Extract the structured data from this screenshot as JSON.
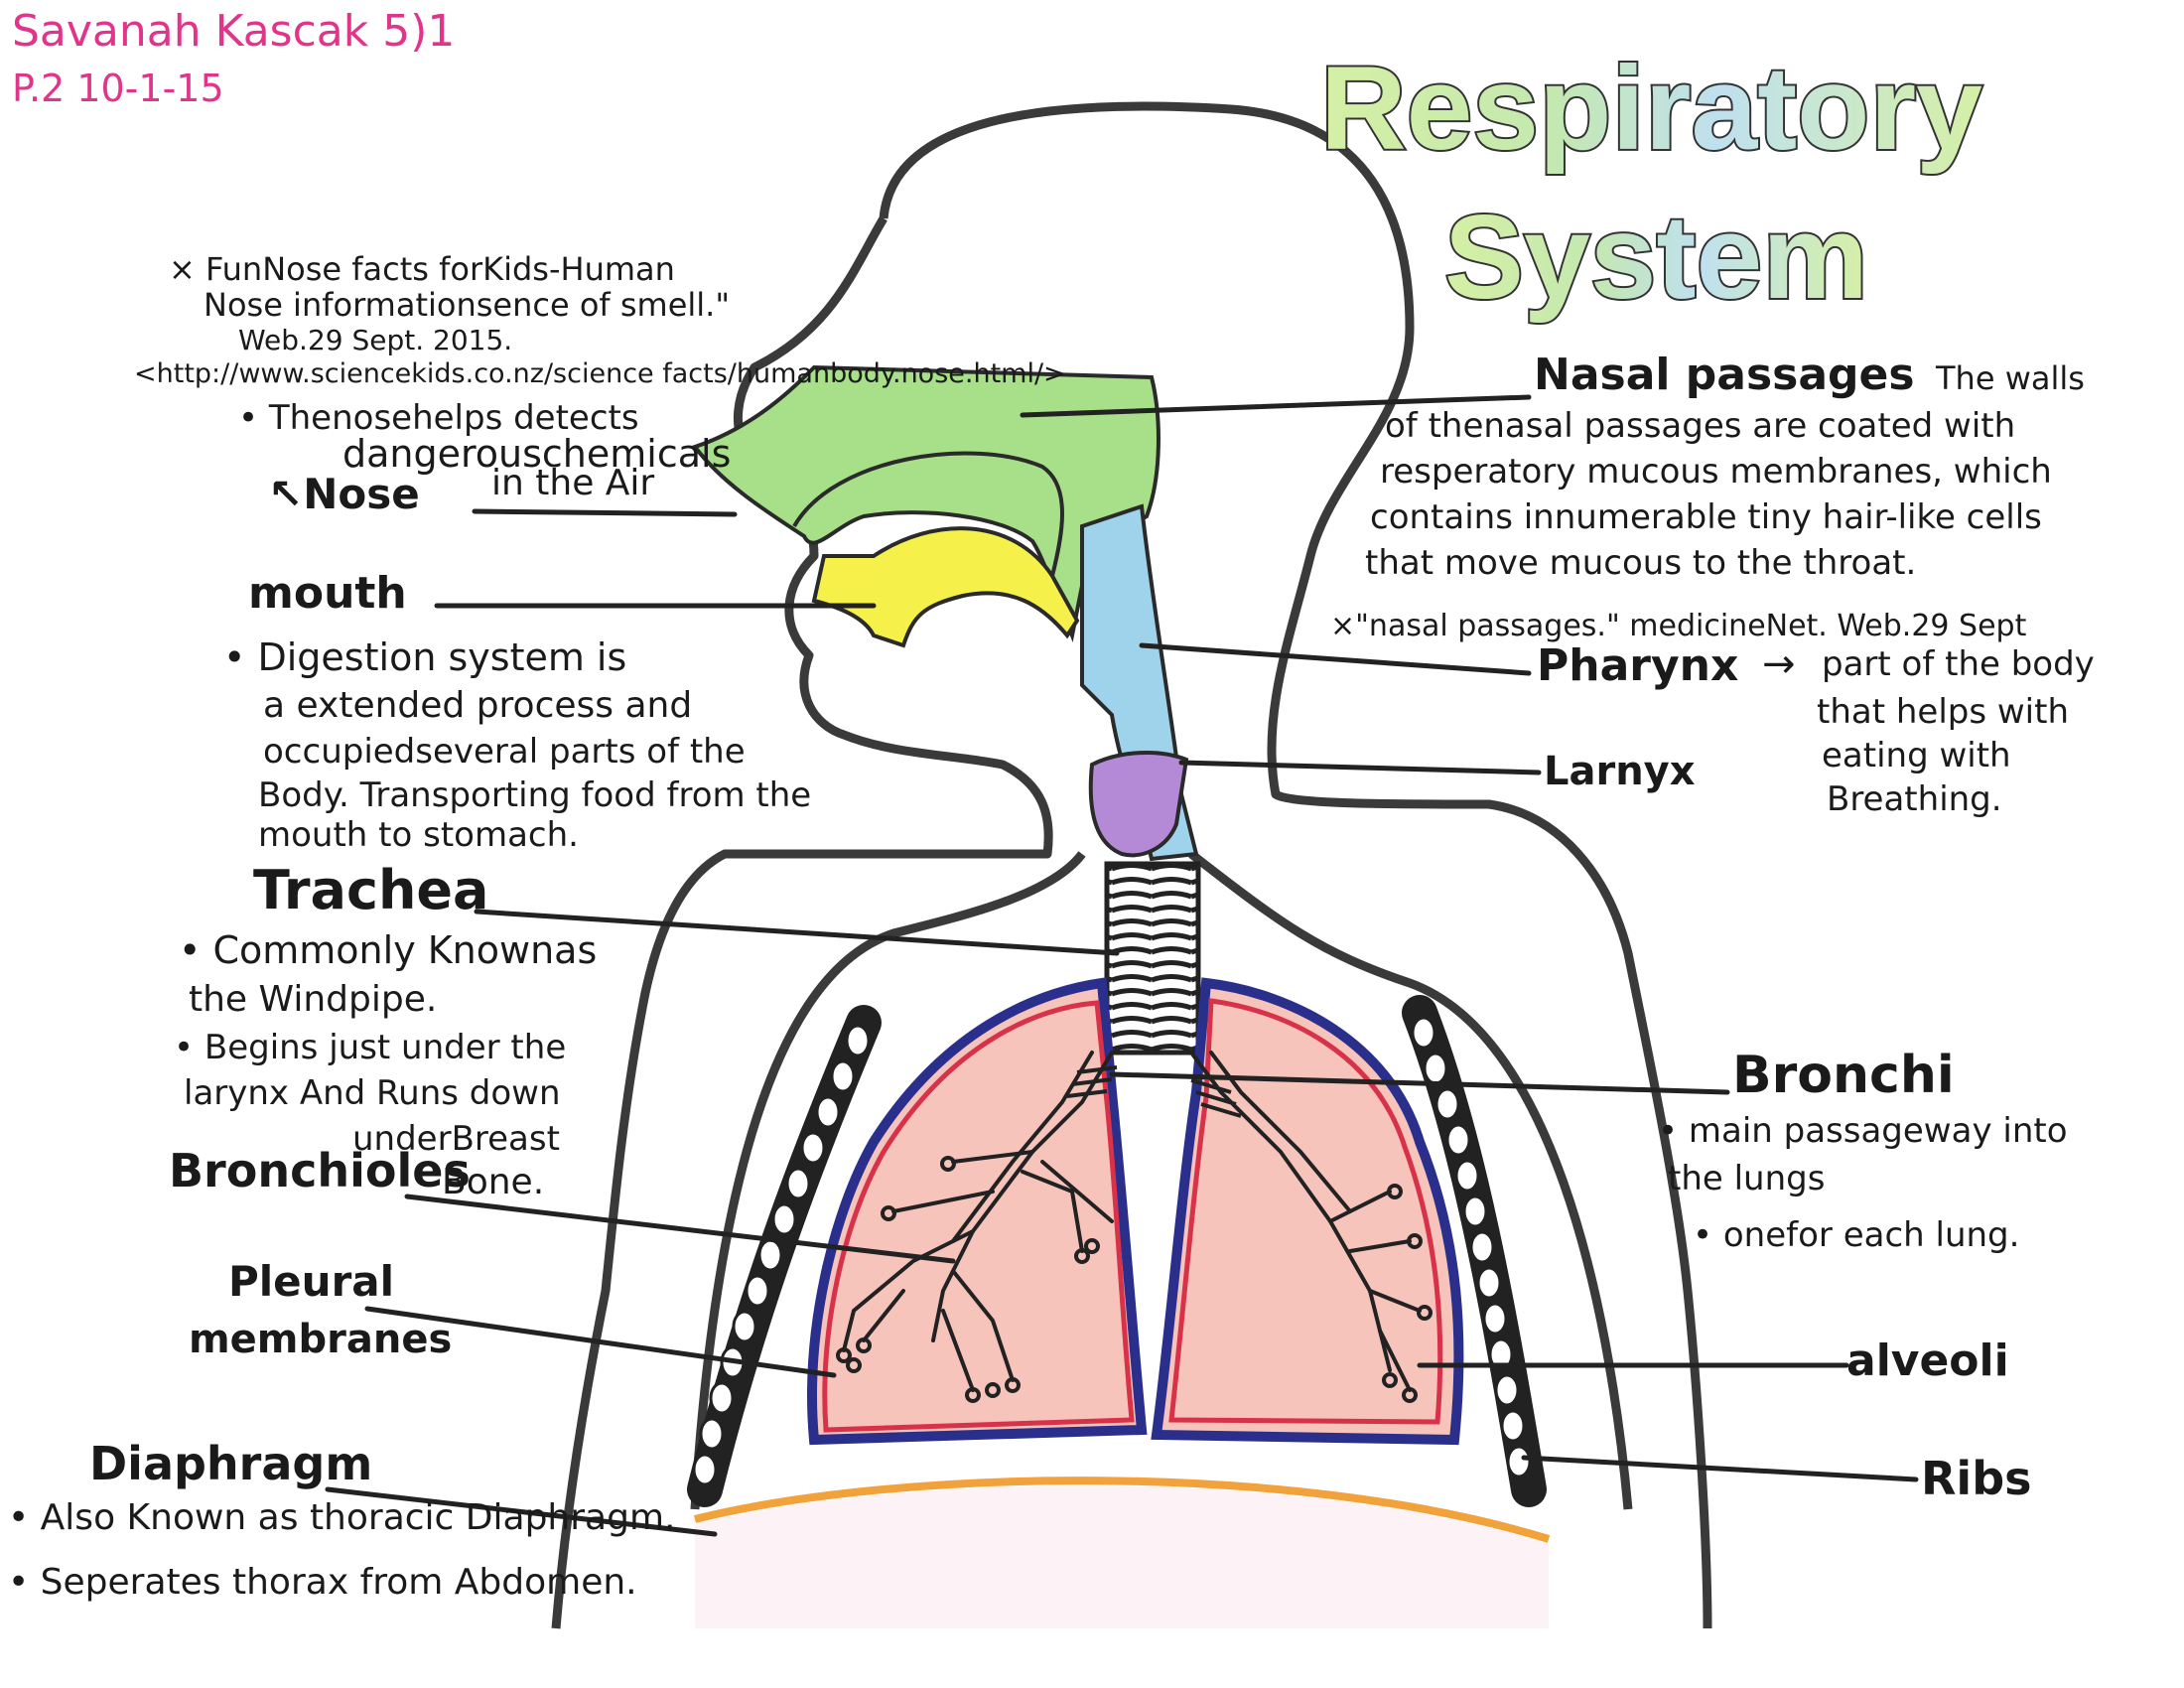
{
  "header": {
    "author": "Savanah Kascak 5)1",
    "period_date": "P.2 10-1-15"
  },
  "title": {
    "line1": "Respiratory",
    "line2": "System"
  },
  "citation_nose": {
    "line1": "× FunNose facts forKids-Human",
    "line2": "Nose informationsence of smell.\"",
    "line3": "Web.29 Sept. 2015.",
    "line4": "<http://www.sciencekids.co.nz/science facts/humanbody.nose.html/>"
  },
  "nose": {
    "note1": "• Thenosehelps detects",
    "note2": "dangerouschemicals",
    "note3": "in the Air",
    "label": "↖Nose"
  },
  "mouth": {
    "label": "mouth",
    "note1": "• Digestion system is",
    "note2": "a extended process and",
    "note3": "occupiedseveral parts of the",
    "note4": "Body. Transporting food from the",
    "note5": "mouth to stomach."
  },
  "trachea": {
    "label": "Trachea",
    "note1": "• Commonly Knownas",
    "note2": "the Windpipe.",
    "note3": "• Begins just under the",
    "note4": "larynx And Runs down",
    "note5": "underBreast",
    "note6": "Bone."
  },
  "bronchioles": {
    "label": "Bronchioles"
  },
  "pleural": {
    "label1": "Pleural",
    "label2": "membranes"
  },
  "diaphragm": {
    "label": "Diaphragm",
    "note1": "• Also Known as thoracic Diaphragm.",
    "note2": "• Seperates thorax from Abdomen."
  },
  "nasal": {
    "label": "Nasal passages",
    "note1": "The walls",
    "note2": "of thenasal passages are coated with",
    "note3": "resperatory mucous membranes, which",
    "note4": "contains innumerable tiny hair-like cells",
    "note5": "that move mucous to the throat.",
    "citation": "×\"nasal passages.\" medicineNet. Web.29 Sept"
  },
  "pharynx": {
    "label": "Pharynx",
    "arrow": "→",
    "note1": "part of the body",
    "note2": "that helps with",
    "note3": "eating with",
    "note4": "Breathing."
  },
  "larynx": {
    "label": "Larnyx"
  },
  "bronchi": {
    "label": "Bronchi",
    "note1": "• main passageway into",
    "note2": "the lungs",
    "note3": "• onefor each lung."
  },
  "alveoli": {
    "label": "alveoli"
  },
  "ribs": {
    "label": "Ribs"
  },
  "colors": {
    "outline": "#3a3a3a",
    "nasal_passage": "#a8e08a",
    "mouth": "#f5f04a",
    "pharynx": "#9fd3ec",
    "larynx": "#b48ad6",
    "lung_fill": "#f7c4bc",
    "lung_outer": "#2b2f8c",
    "lung_inner": "#d8324a",
    "diaphragm": "#f2a23a",
    "author_ink": "#e0358a",
    "title_green": "#c9e8a6",
    "title_blue": "#bfe0ef"
  }
}
